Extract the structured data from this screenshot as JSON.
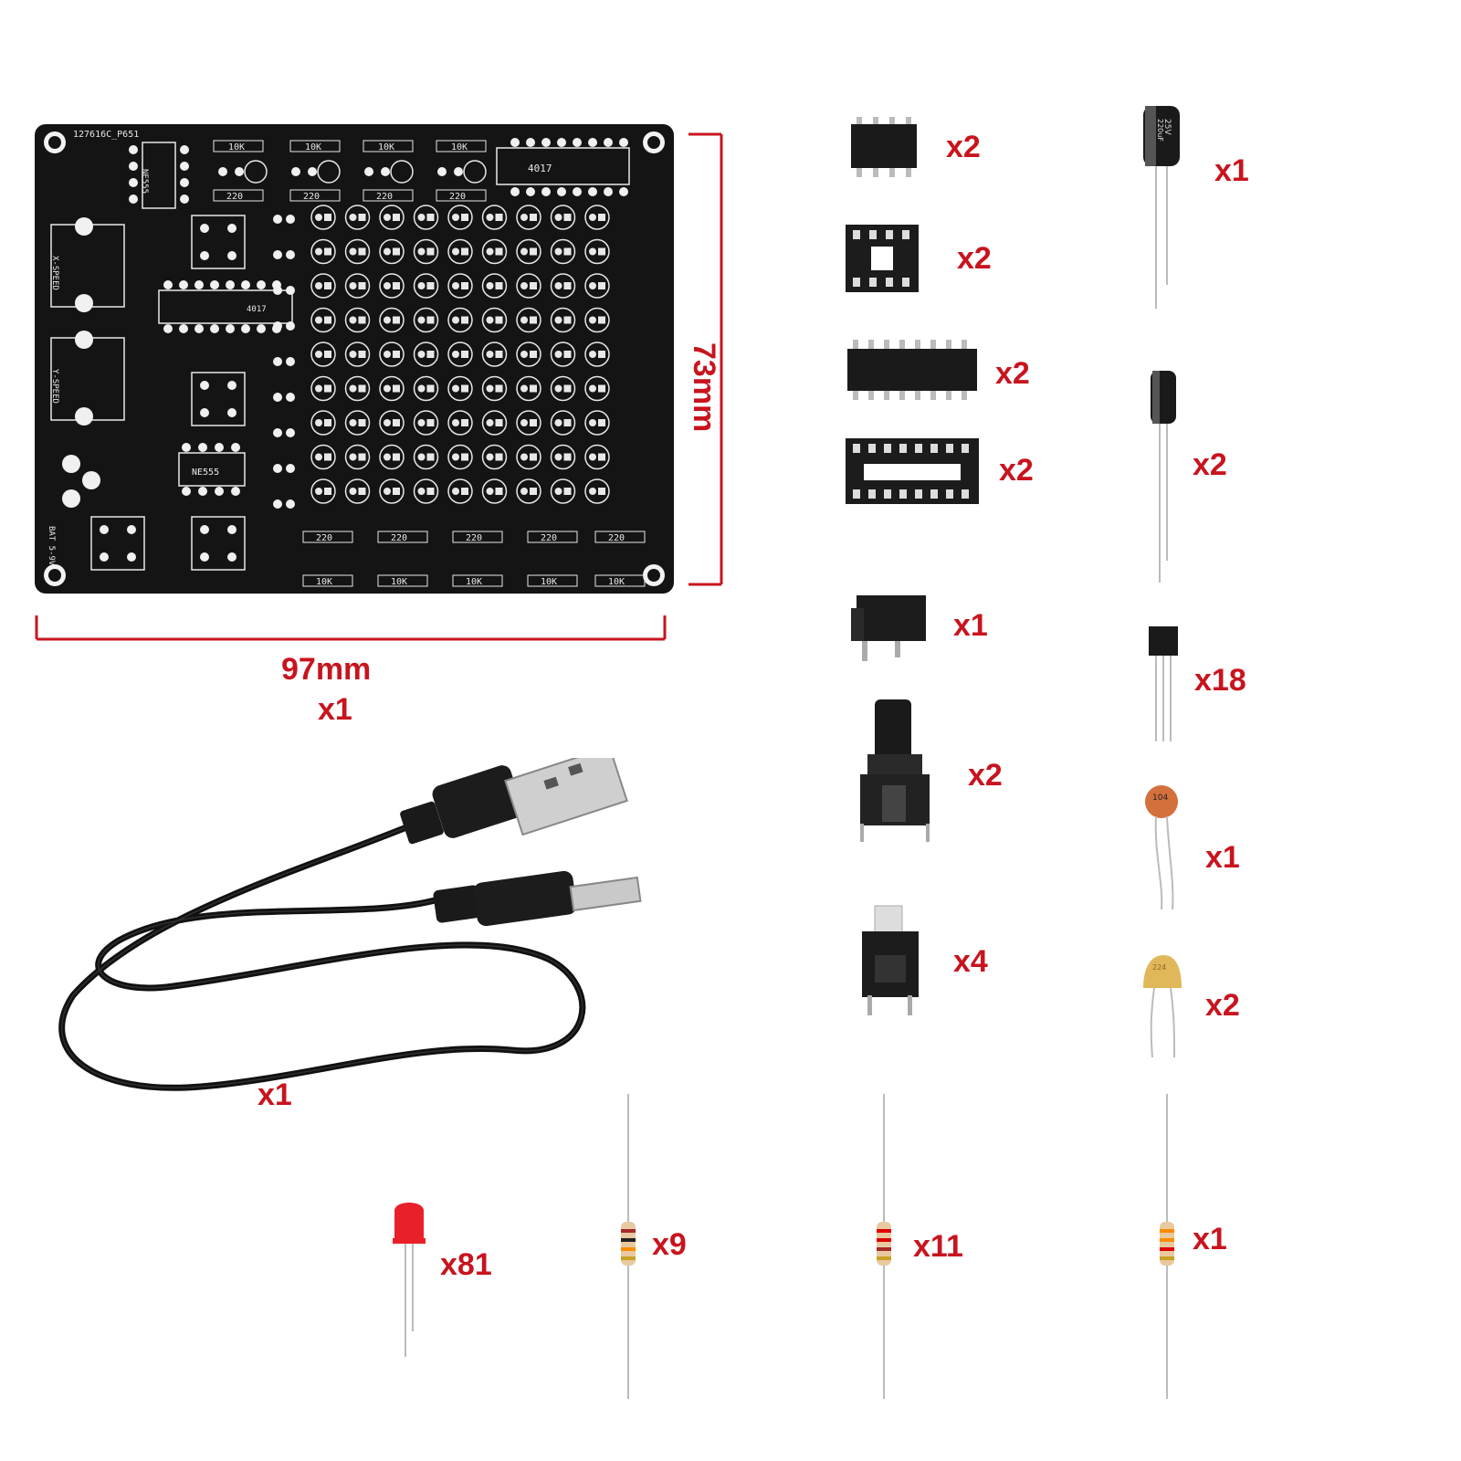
{
  "pcb": {
    "width_label": "97mm",
    "height_label": "73mm",
    "quantity": "x1",
    "silkscreen": {
      "board_id": "127616C_P651",
      "ic1": "NE555",
      "ic2": "4017",
      "ic3": "4017",
      "ic4": "NE555",
      "x_speed": "X-SPEED",
      "y_speed": "Y-SPEED",
      "battery": "BAT 5-9V",
      "res10k": "10K",
      "res220": "220"
    }
  },
  "cable": {
    "quantity": "x1"
  },
  "components": {
    "ic_8pin": "x2",
    "socket_8pin": "x2",
    "ic_16pin": "x2",
    "socket_16pin": "x2",
    "dc_jack": "x1",
    "potentiometer": "x2",
    "push_switch": "x4",
    "cap_220uf": "x1",
    "cap_small_electrolytic": "x2",
    "transistor": "x18",
    "ceramic_cap_104": "x1",
    "ceramic_cap_224": "x2",
    "red_led": "x81",
    "resistor_a": "x9",
    "resistor_b": "x11",
    "resistor_c": "x1"
  },
  "component_markings": {
    "ceramic_104": "104",
    "ceramic_224": "224",
    "cap_voltage": "25V",
    "cap_value": "220uF"
  },
  "colors": {
    "label_red": "#c8141e",
    "pcb_black": "#141414",
    "silkscreen": "#e8e8e8",
    "led_red": "#e8202a",
    "ceramic_orange": "#d4703c",
    "ceramic_yellow": "#e0b85a"
  }
}
